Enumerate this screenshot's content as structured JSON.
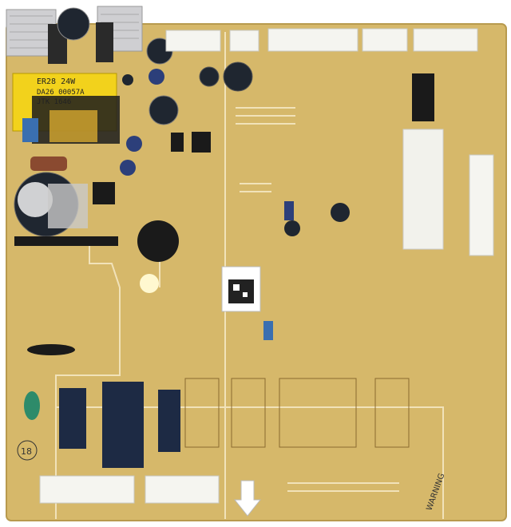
{
  "photo": {
    "subject": "refrigerator main control board (PCB)",
    "colors": {
      "board": "#d6b86a",
      "board_edge": "#b89a4e",
      "trace": "#f4e7c2",
      "connector": "#f5f5f0",
      "heatsink": "#cfcfd2",
      "transformer": "#f2d21c",
      "relay": "#1d2a44",
      "capacitor": "#1f2630",
      "buzzer": "#1a1a1a",
      "led": "#fff8d0"
    }
  },
  "labels": {
    "transformer_line1": "ER28 24W",
    "transformer_line2": "DA26 00057A",
    "transformer_line3": "JTK  1646",
    "board_number": "18",
    "warning_text": "WARNING"
  }
}
